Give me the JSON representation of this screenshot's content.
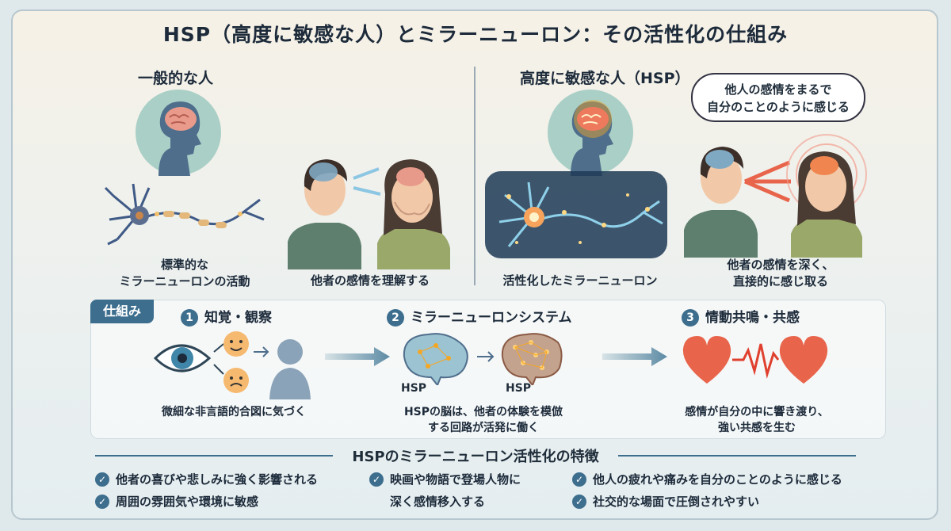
{
  "title": "HSP（高度に敏感な人）とミラーニューロン：その活性化の仕組み",
  "left": {
    "heading": "一般的な人",
    "neuron_caption": "標準的な\nミラーニューロンの活動",
    "people_caption": "他者の感情を理解する"
  },
  "right": {
    "heading": "高度に敏感な人（HSP）",
    "bubble": "他人の感情をまるで\n自分のことのように感じる",
    "neuron_caption": "活性化したミラーニューロン",
    "people_caption": "他者の感情を深く、\n直接的に感じ取る"
  },
  "mechanism": {
    "tag": "仕組み",
    "steps": [
      {
        "num": "1",
        "title": "知覚・観察",
        "caption": "微細な非言語的合図に気づく"
      },
      {
        "num": "2",
        "title": "ミラーニューロンシステム",
        "caption": "HSPの脳は、他者の体験を模倣\nする回路が活発に働く",
        "brain_label_1": "HSP",
        "brain_label_2": "HSP"
      },
      {
        "num": "3",
        "title": "情動共鳴・共感",
        "caption": "感情が自分の中に響き渡り、\n強い共感を生む"
      }
    ]
  },
  "features": {
    "title": "HSPのミラーニューロン活性化の特徴",
    "items": [
      "他者の喜びや悲しみに強く影響される",
      "周囲の雰囲気や環境に敏感",
      "映画や物語で登場人物に",
      "深く感情移入する",
      "他人の疲れや痛みを自分のことのように感じる",
      "社交的な場面で圧倒されやすい"
    ]
  },
  "colors": {
    "accent": "#3d6e8e",
    "heart": "#e8644a",
    "glow": "#f5a623"
  }
}
